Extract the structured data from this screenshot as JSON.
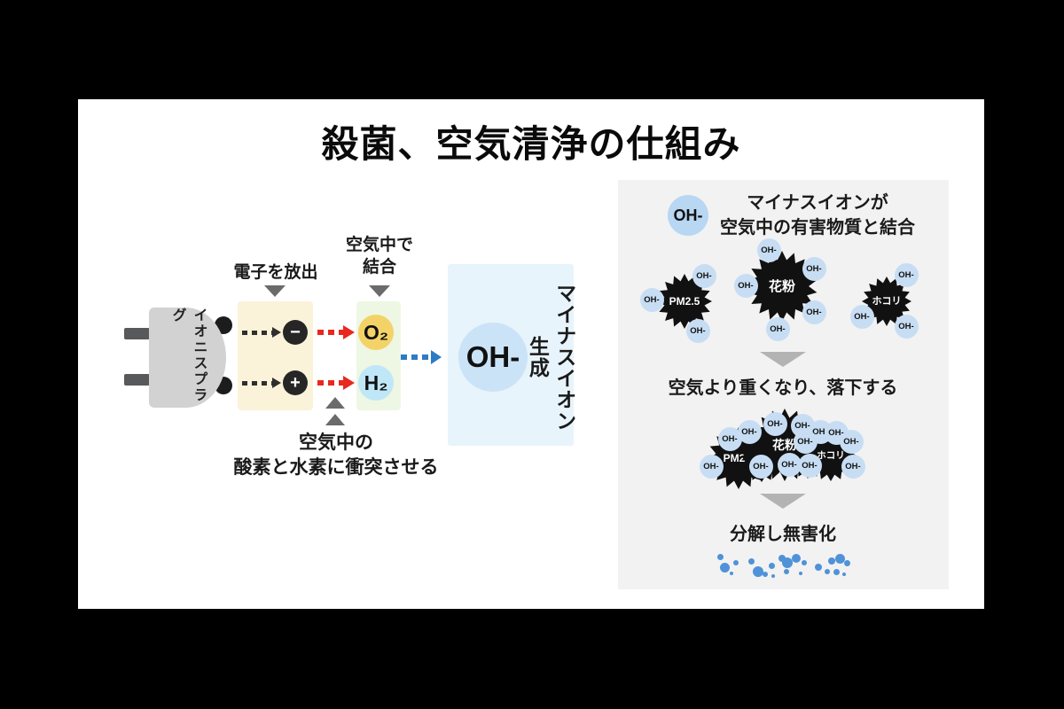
{
  "slide_title": "殺菌、空気清浄の仕組み",
  "generator": {
    "plug_label": "イオニスプラグ",
    "emit_label": "電子を放出",
    "combine_line1": "空気中で",
    "combine_line2": "結合",
    "minus_symbol": "−",
    "plus_symbol": "+",
    "o2_label": "O₂",
    "h2_label": "H₂",
    "oh_label": "OH-",
    "result_label": "マイナスイオン生成",
    "collide_line1": "空気中の",
    "collide_line2": "酸素と水素に衝突させる"
  },
  "purify": {
    "oh_label": "OH-",
    "header_line1": "マイナスイオンが",
    "header_line2": "空気中の有害物質と結合",
    "particles": {
      "pm25": "PM2.5",
      "pollen": "花粉",
      "dust": "ホコリ"
    },
    "fall_label": "空気より重くなり、落下する",
    "decompose_label": "分解し無害化"
  },
  "colors": {
    "background": "#000000",
    "slide": "#ffffff",
    "panel_gray": "#f2f2f2",
    "cream_panel": "#faf3d9",
    "green_panel": "#eef7e3",
    "oh_panel": "#e8f4fb",
    "oh_big": "#cbe3f7",
    "oh_small": "#c7ddf3",
    "oh_header": "#b7d7f2",
    "o2_circle": "#f3d368",
    "h2_circle": "#c0e7f8",
    "arrow_black": "#2f2f2f",
    "arrow_red": "#e8281e",
    "arrow_blue": "#2e7bc4",
    "tri_dark": "#6b6b6b",
    "tri_light": "#b3b3b3",
    "particle_black": "#111111",
    "dot_blue": "#4f92d8",
    "plug_body": "#d2d2d2",
    "plug_prong": "#58595b"
  }
}
